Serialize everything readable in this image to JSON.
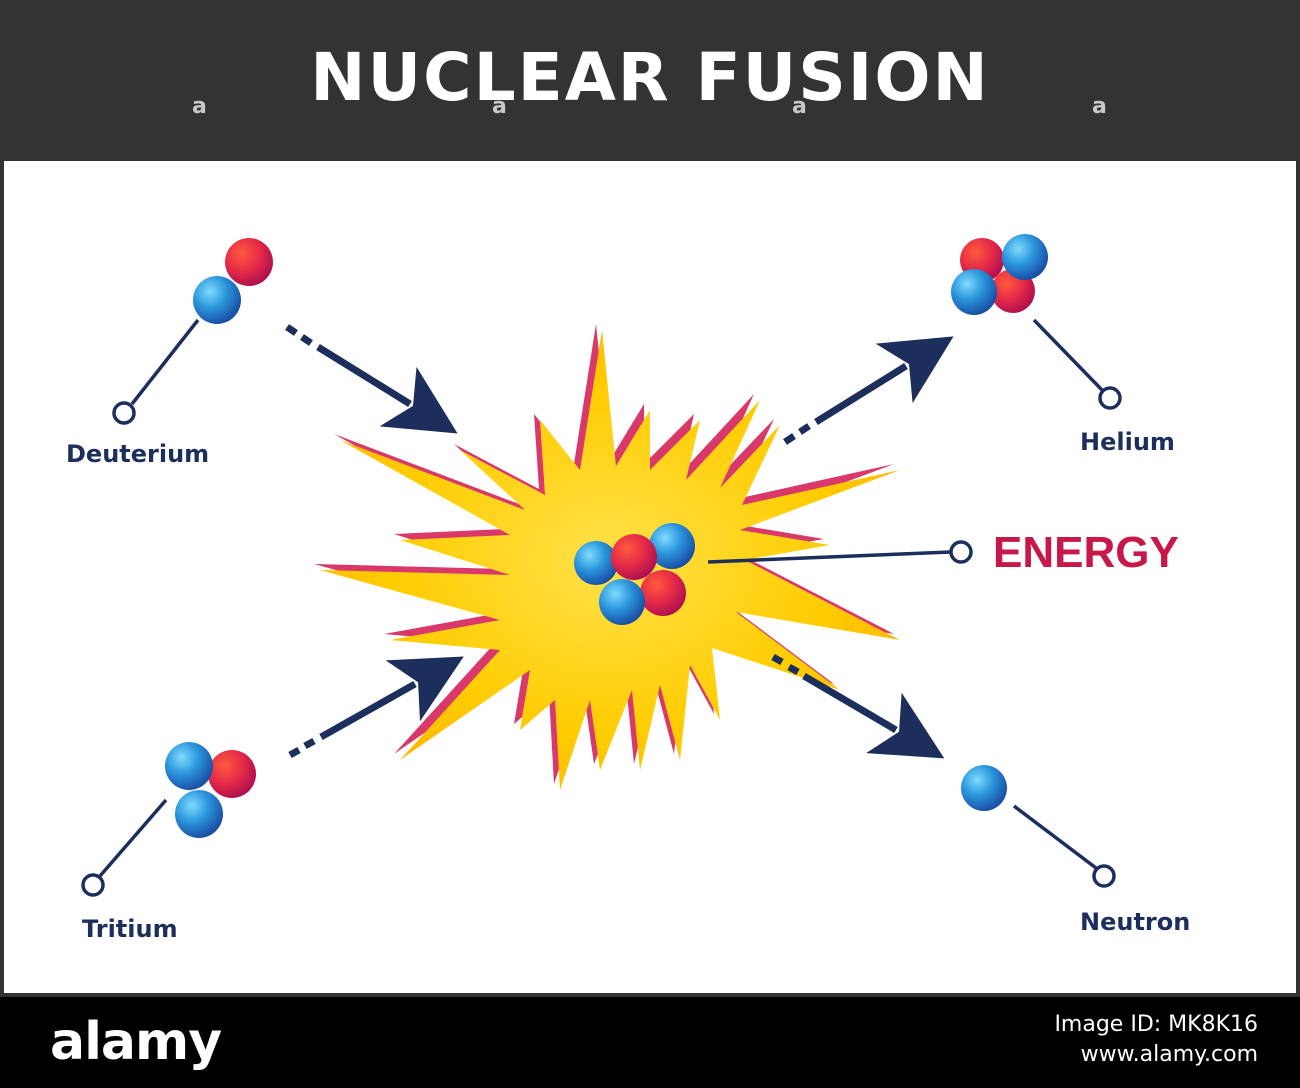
{
  "title": "NUCLEAR FUSION",
  "labels": {
    "deuterium": "Deuterium",
    "tritium": "Tritium",
    "helium": "Helium",
    "neutron": "Neutron",
    "energy": "ENERGY"
  },
  "watermark": {
    "mark": "a"
  },
  "footer": {
    "brand": "alamy",
    "image_id_label": "Image ID: MK8K16",
    "site": "www.alamy.com"
  },
  "colors": {
    "header": "#333335",
    "proton": "#e0284a",
    "neutron": "#1e8fd8",
    "blast": "#ffcc00",
    "arrow": "#1c2e5c",
    "energy_text": "#c8184a"
  }
}
